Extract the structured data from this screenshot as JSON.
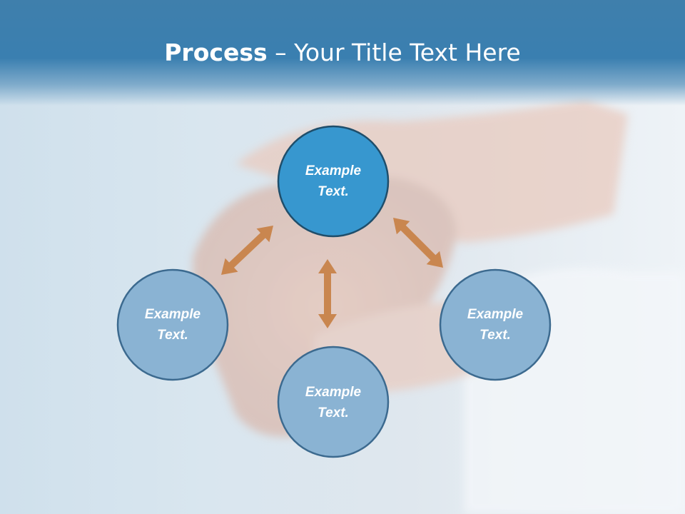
{
  "slide": {
    "title_bold": "Process",
    "title_rest": " – Your Title Text Here"
  },
  "nodes": [
    {
      "id": "top",
      "line1": "Example",
      "line2": "Text.",
      "fill": "#3797cf",
      "stroke": "#1f4e6b"
    },
    {
      "id": "left",
      "line1": "Example",
      "line2": "Text.",
      "fill": "#8ab3d3",
      "stroke": "#3c6a8f"
    },
    {
      "id": "bottom",
      "line1": "Example",
      "line2": "Text.",
      "fill": "#8ab3d3",
      "stroke": "#3c6a8f"
    },
    {
      "id": "right",
      "line1": "Example",
      "line2": "Text.",
      "fill": "#8ab3d3",
      "stroke": "#3c6a8f"
    }
  ],
  "colors": {
    "arrow": "#c9864f",
    "header": "#3a7fb0"
  }
}
